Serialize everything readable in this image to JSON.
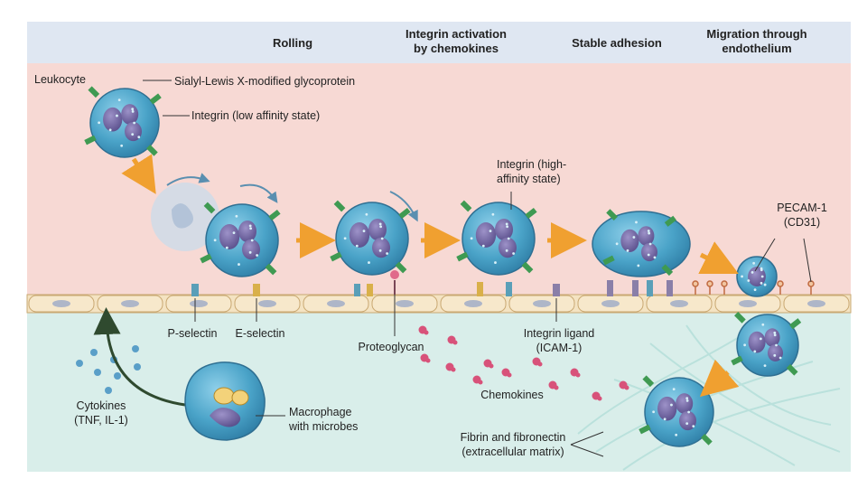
{
  "headers": {
    "rolling": "Rolling",
    "integrin_activation_1": "Integrin activation",
    "integrin_activation_2": "by chemokines",
    "stable_adhesion": "Stable adhesion",
    "migration_1": "Migration through",
    "migration_2": "endothelium"
  },
  "labels": {
    "leukocyte": "Leukocyte",
    "sialyl_lewis": "Sialyl-Lewis X-modified glycoprotein",
    "integrin_low": "Integrin (low affinity state)",
    "integrin_high_1": "Integrin (high-",
    "integrin_high_2": "affinity state)",
    "pecam_1": "PECAM-1",
    "pecam_2": "(CD31)",
    "p_selectin": "P-selectin",
    "e_selectin": "E-selectin",
    "proteoglycan": "Proteoglycan",
    "integrin_ligand_1": "Integrin ligand",
    "integrin_ligand_2": "(ICAM-1)",
    "chemokines": "Chemokines",
    "cytokines_1": "Cytokines",
    "cytokines_2": "(TNF, IL-1)",
    "macrophage_1": "Macrophage",
    "macrophage_2": "with microbes",
    "fibrin_1": "Fibrin and fibronectin",
    "fibrin_2": "(extracellular matrix)"
  },
  "colors": {
    "header_band": "#dfe7f2",
    "vessel_lumen": "#f7d9d4",
    "tissue": "#d9eeea",
    "endothelium": "#f4e3c2",
    "cell_body": "#4aa3c8",
    "nucleus": "#6b5f9e",
    "arrow": "#f0a030",
    "selectin_green": "#3f9a52"
  }
}
